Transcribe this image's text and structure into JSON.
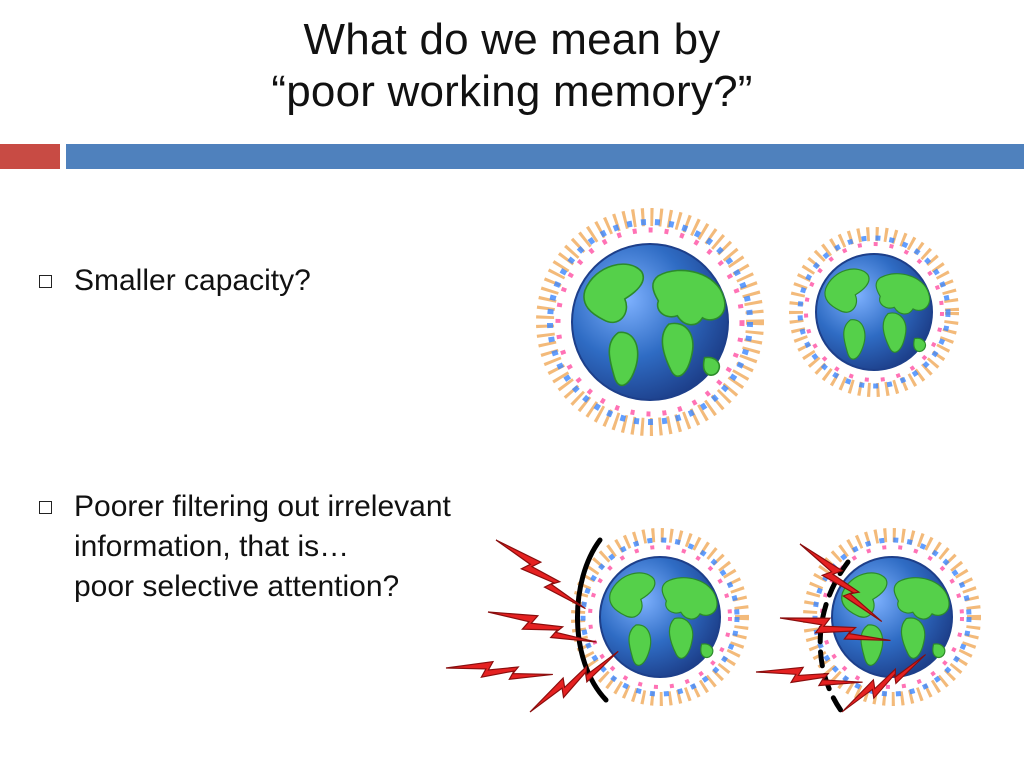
{
  "slide": {
    "title_line1": "What do we mean by",
    "title_line2": "“poor working memory?”",
    "bullets": [
      {
        "lines": [
          "Smaller capacity?"
        ]
      },
      {
        "lines": [
          "Poorer filtering out  irrelevant",
          "information, that is…",
          "poor selective attention?"
        ]
      }
    ]
  },
  "colors": {
    "accent_red": "#c84b44",
    "accent_blue": "#4f81bd",
    "ocean": "#2f6cc4",
    "land": "#55d04a",
    "lightning": "#e52121"
  },
  "icons": [
    "globe-icon",
    "people-ring-icon",
    "lightning-bolt-icon",
    "parenthesis-bracket",
    "dashed-parenthesis-bracket"
  ]
}
